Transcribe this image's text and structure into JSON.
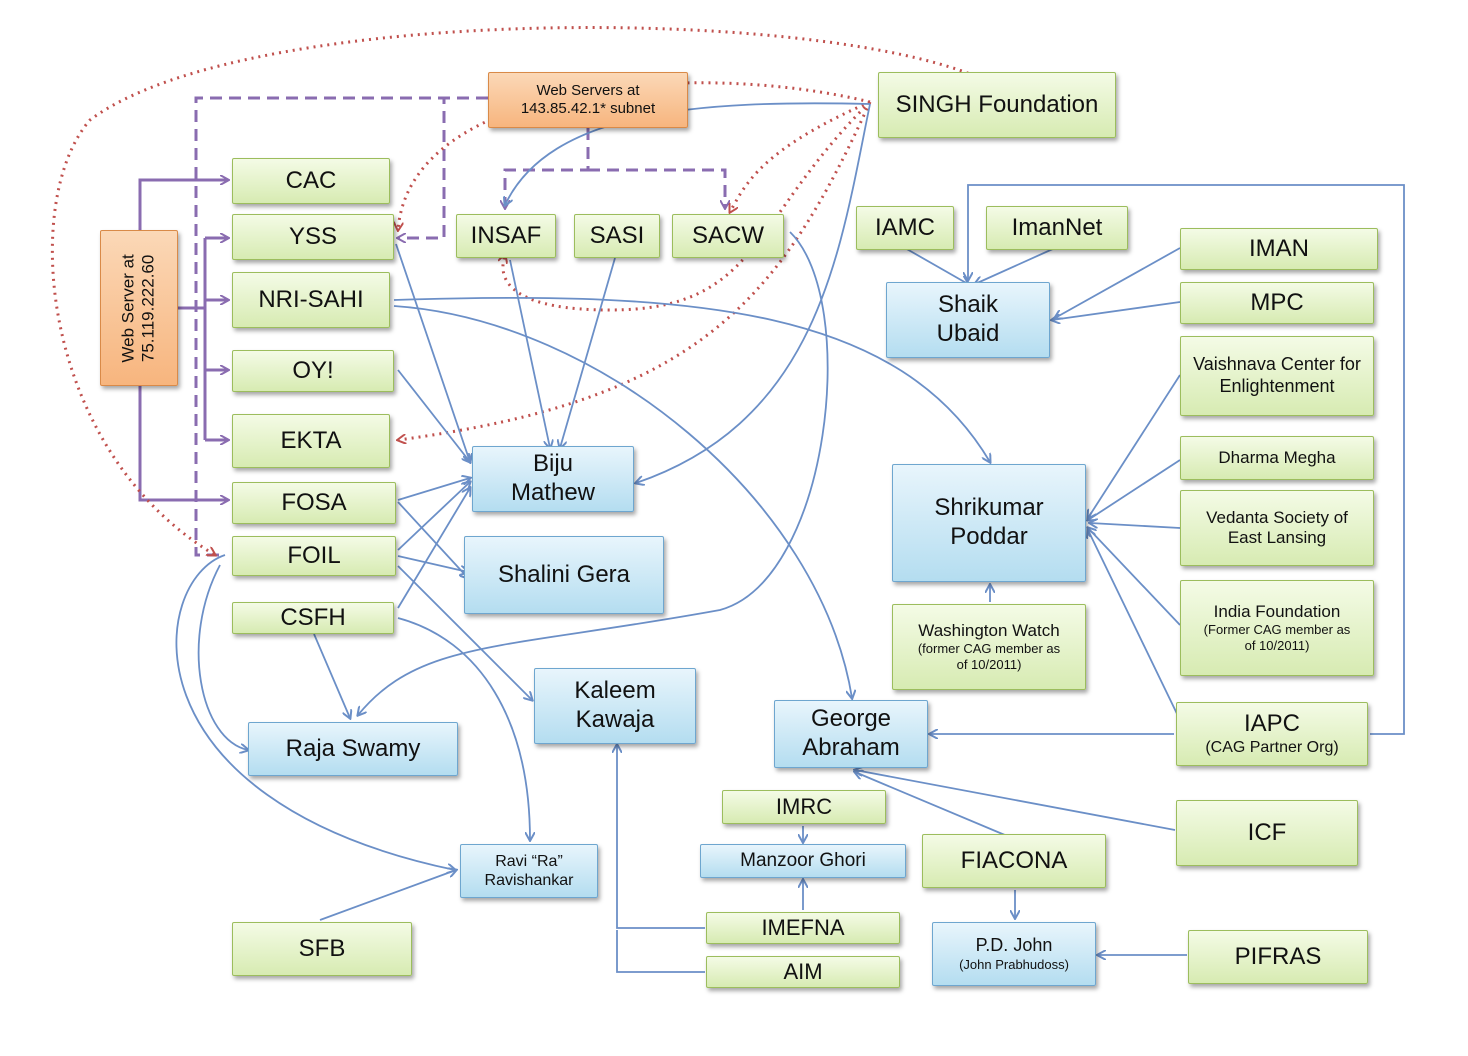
{
  "nodes": {
    "singh_foundation": "SINGH Foundation",
    "web_servers_subnet": "Web Servers at 143.85.42.1* subnet",
    "web_server_ip": "Web Server at 75.119.222.60",
    "cac": "CAC",
    "yss": "YSS",
    "nri_sahi": "NRI-SAHI",
    "oy": "OY!",
    "ekta": "EKTA",
    "fosa": "FOSA",
    "foil": "FOIL",
    "csfh": "CSFH",
    "insaf": "INSAF",
    "sasi": "SASI",
    "sacw": "SACW",
    "biju_mathew": "Biju Mathew",
    "shalini_gera": "Shalini Gera",
    "raja_swamy": "Raja Swamy",
    "kaleem_kawaja": "Kaleem Kawaja",
    "ravi_ravishankar": "Ravi “Ra” Ravishankar",
    "sfb": "SFB",
    "iamc": "IAMC",
    "imannet": "ImanNet",
    "iman": "IMAN",
    "mpc": "MPC",
    "shaik_ubaid": "Shaik Ubaid",
    "vaishnava_center": "Vaishnava Center for Enlightenment",
    "dharma_megha": "Dharma Megha",
    "vedanta_society": "Vedanta Society of East Lansing",
    "india_foundation": "India Foundation",
    "india_foundation_note": "(Former CAG member as of 10/2011)",
    "shrikumar_poddar": "Shrikumar Poddar",
    "washington_watch": "Washington Watch",
    "washington_watch_note": "(former CAG member as of 10/2011)",
    "iapc": "IAPC",
    "iapc_note": "(CAG Partner Org)",
    "george_abraham": "George Abraham",
    "icf": "ICF",
    "imrc": "IMRC",
    "manzoor_ghori": "Manzoor Ghori",
    "fiacona": "FIACONA",
    "imefna": "IMEFNA",
    "aim": "AIM",
    "pd_john": "P.D. John",
    "pd_john_note": "(John Prabhudoss)",
    "pifras": "PIFRAS"
  },
  "colors": {
    "org_fill": "#d7ebb2",
    "person_fill": "#b4ddf0",
    "server_fill": "#f7b57e",
    "funding_link": "#6b8fc7",
    "server_link": "#8a6cb0",
    "dotted_link": "#c0504d"
  }
}
